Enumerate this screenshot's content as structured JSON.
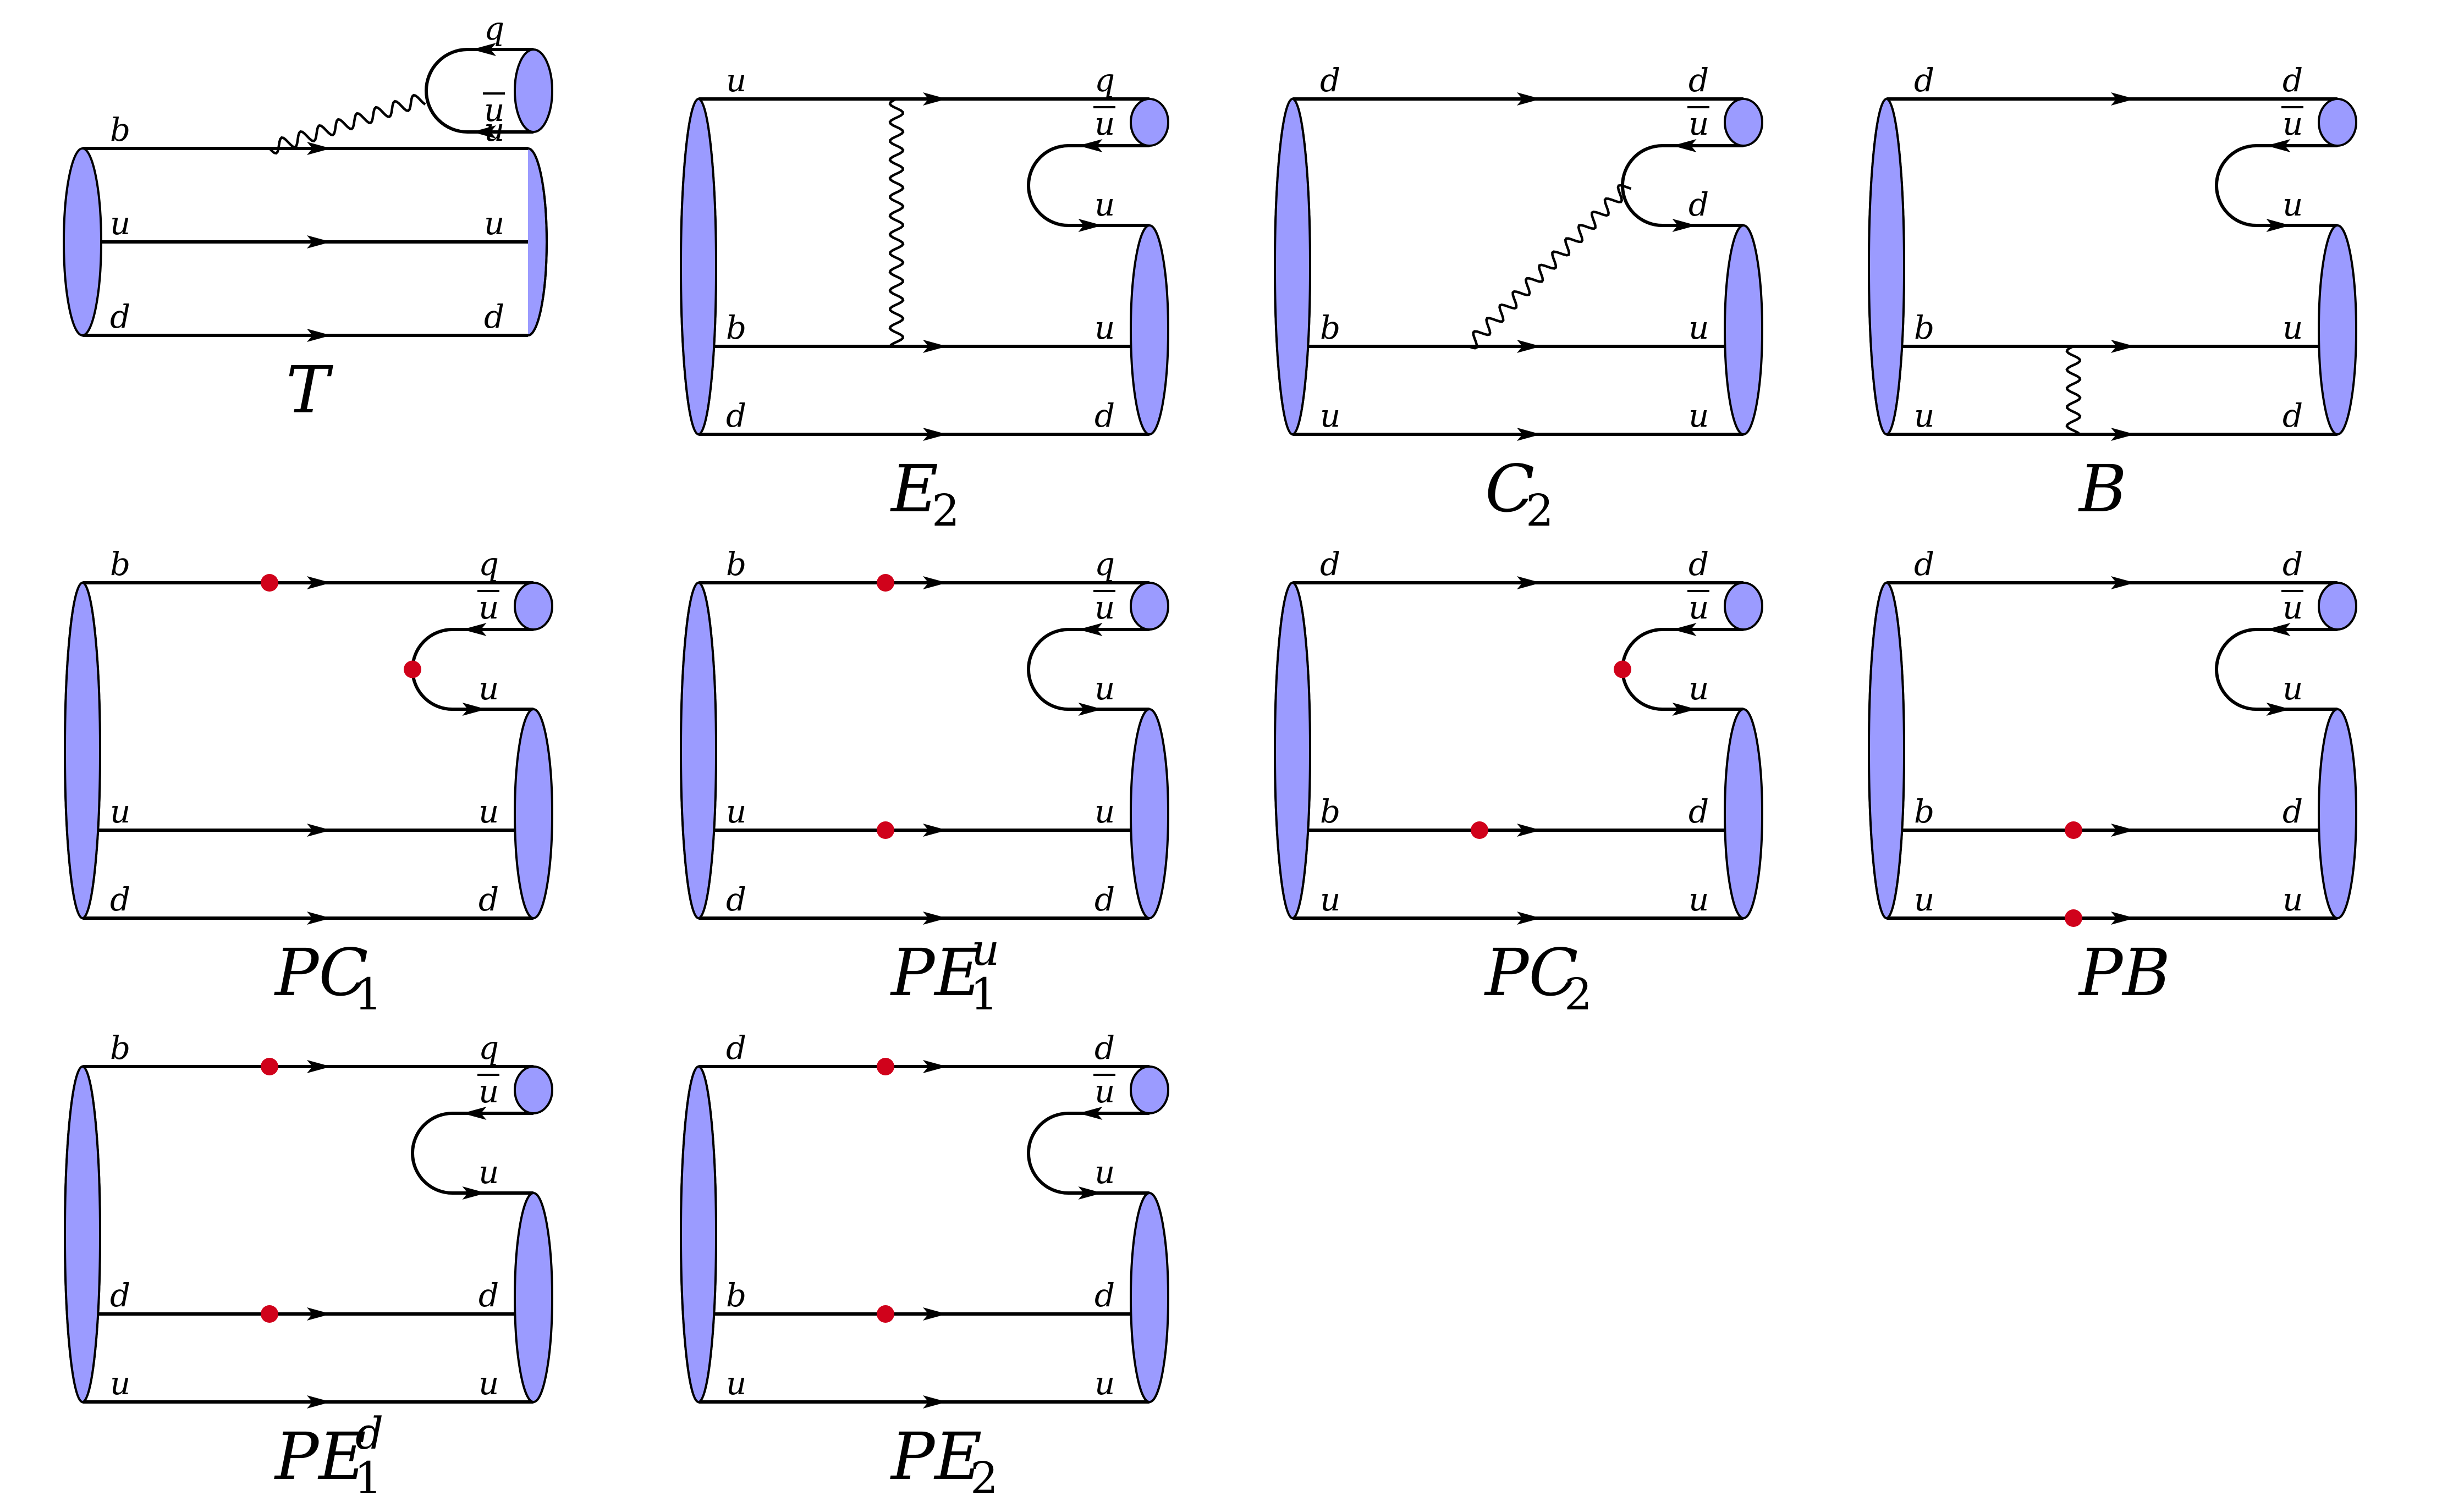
{
  "diagrams": [
    {
      "id": "T",
      "caption": {
        "main": "T",
        "sub": "",
        "sup": ""
      },
      "labels": {
        "in_top": "b",
        "in_mid": "u",
        "in_bot": "d",
        "out_top": "q",
        "out_ubar": "u",
        "out_u": "u",
        "out_mid": "u",
        "out_bot": "d"
      }
    },
    {
      "id": "E2",
      "caption": {
        "main": "E",
        "sub": "2",
        "sup": ""
      },
      "labels": {
        "in_top": "u",
        "in_mid": "b",
        "in_bot": "d",
        "out_top": "q",
        "out_ubar": "u",
        "out_u": "u",
        "out_mid": "u",
        "out_bot": "d"
      }
    },
    {
      "id": "C2",
      "caption": {
        "main": "C",
        "sub": "2",
        "sup": ""
      },
      "labels": {
        "in_top": "d",
        "in_mid": "b",
        "in_bot": "u",
        "out_top": "d",
        "out_ubar": "u",
        "out_u": "d",
        "out_mid": "u",
        "out_bot": "u"
      }
    },
    {
      "id": "B",
      "caption": {
        "main": "B",
        "sub": "",
        "sup": ""
      },
      "labels": {
        "in_top": "d",
        "in_mid": "b",
        "in_bot": "u",
        "out_top": "d",
        "out_ubar": "u",
        "out_u": "u",
        "out_mid": "u",
        "out_bot": "d"
      }
    },
    {
      "id": "PC1",
      "caption": {
        "main": "PC",
        "sub": "1",
        "sup": ""
      },
      "labels": {
        "in_top": "b",
        "in_mid": "u",
        "in_bot": "d",
        "out_top": "q",
        "out_ubar": "u",
        "out_u": "u",
        "out_mid": "u",
        "out_bot": "d"
      }
    },
    {
      "id": "PE1u",
      "caption": {
        "main": "PE",
        "sub": "1",
        "sup": "u"
      },
      "labels": {
        "in_top": "b",
        "in_mid": "u",
        "in_bot": "d",
        "out_top": "q",
        "out_ubar": "u",
        "out_u": "u",
        "out_mid": "u",
        "out_bot": "d"
      }
    },
    {
      "id": "PC2",
      "caption": {
        "main": "PC",
        "sub": "2",
        "sup": ""
      },
      "labels": {
        "in_top": "d",
        "in_mid": "b",
        "in_bot": "u",
        "out_top": "d",
        "out_ubar": "u",
        "out_u": "u",
        "out_mid": "d",
        "out_bot": "u"
      }
    },
    {
      "id": "PB",
      "caption": {
        "main": "PB",
        "sub": "",
        "sup": ""
      },
      "labels": {
        "in_top": "d",
        "in_mid": "b",
        "in_bot": "u",
        "out_top": "d",
        "out_ubar": "u",
        "out_u": "u",
        "out_mid": "d",
        "out_bot": "u"
      }
    },
    {
      "id": "PE1d",
      "caption": {
        "main": "PE",
        "sub": "1",
        "sup": "d"
      },
      "labels": {
        "in_top": "b",
        "in_mid": "d",
        "in_bot": "u",
        "out_top": "q",
        "out_ubar": "u",
        "out_u": "u",
        "out_mid": "d",
        "out_bot": "u"
      }
    },
    {
      "id": "PE2",
      "caption": {
        "main": "PE",
        "sub": "2",
        "sup": ""
      },
      "labels": {
        "in_top": "d",
        "in_mid": "b",
        "in_bot": "u",
        "out_top": "d",
        "out_ubar": "u",
        "out_u": "u",
        "out_mid": "d",
        "out_bot": "u"
      }
    }
  ],
  "colors": {
    "meson_fill": "#9b9bff",
    "vertex_dot": "#d0021b",
    "line": "#000000"
  }
}
